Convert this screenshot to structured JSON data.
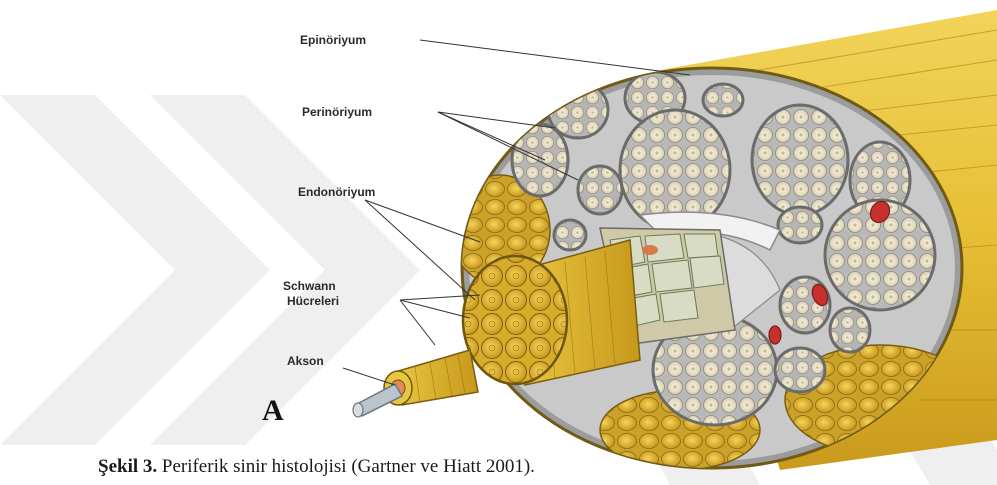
{
  "figure": {
    "labels": {
      "epineurium": "Epinöriyum",
      "perineurium": "Perinöriyum",
      "endoneurium": "Endonöriyum",
      "schwann_line1": "Schwann",
      "schwann_line2": "Hücreleri",
      "axon": "Akson"
    },
    "panel_letter": "A"
  },
  "caption": {
    "prefix": "Şekil 3.",
    "text": " Periferik sinir histolojisi (Gartner ve Hiatt 2001)."
  },
  "colors": {
    "nerve_yellow": "#e8c43a",
    "perineurium_gray": "#c9c9c9",
    "fascicle_cell": "#f3ecd6",
    "blood_vessel": "#c8302e",
    "watermark": "#ececec"
  }
}
